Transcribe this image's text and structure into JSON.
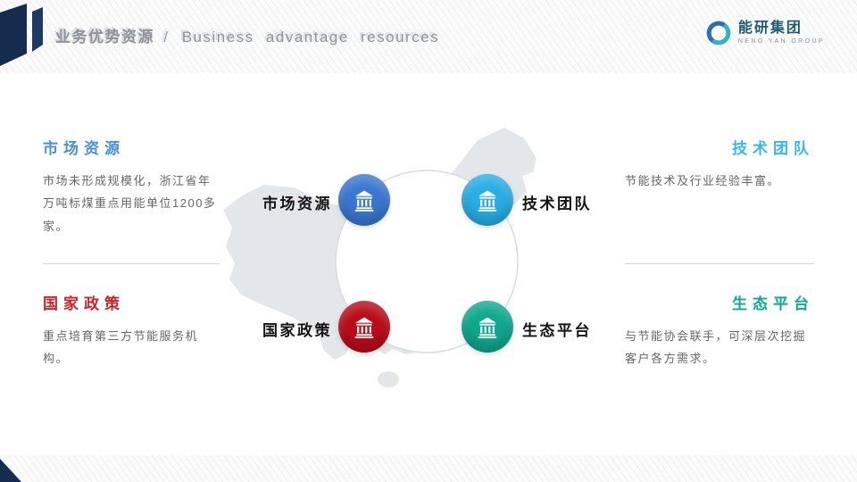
{
  "header": {
    "title_zh": "业务优势资源",
    "separator": "/",
    "title_en": "Business advantage resources"
  },
  "logo": {
    "name_zh": "能研集团",
    "name_en": "NENG YAN GROUP",
    "icon": "logo-ring-icon",
    "colors": {
      "teal": "#35b0c6",
      "blue": "#2f6cb0"
    }
  },
  "diagram": {
    "map": "china-map",
    "badges": [
      {
        "id": "market",
        "label": "市场资源",
        "color": "#3a77cf",
        "icon": "bank-icon",
        "side": "left"
      },
      {
        "id": "tech",
        "label": "技术团队",
        "color": "#29ade4",
        "icon": "bank-icon",
        "side": "right"
      },
      {
        "id": "policy",
        "label": "国家政策",
        "color": "#b90c1a",
        "icon": "bank-icon",
        "side": "left"
      },
      {
        "id": "eco",
        "label": "生态平台",
        "color": "#0fa88e",
        "icon": "bank-icon",
        "side": "right"
      }
    ]
  },
  "sections": [
    {
      "id": "market",
      "heading": "市场资源",
      "color": "#4a8fd8",
      "body": "市场未形成规模化，浙江省年万吨标煤重点用能单位1200多家。"
    },
    {
      "id": "tech",
      "heading": "技术团队",
      "color": "#3bb7e9",
      "body": "节能技术及行业经验丰富。"
    },
    {
      "id": "policy",
      "heading": "国家政策",
      "color": "#c2262c",
      "body": "重点培育第三方节能服务机构。"
    },
    {
      "id": "eco",
      "heading": "生态平台",
      "color": "#0ea893",
      "body": "与节能协会联手，可深层次挖掘客户各方需求。"
    }
  ]
}
